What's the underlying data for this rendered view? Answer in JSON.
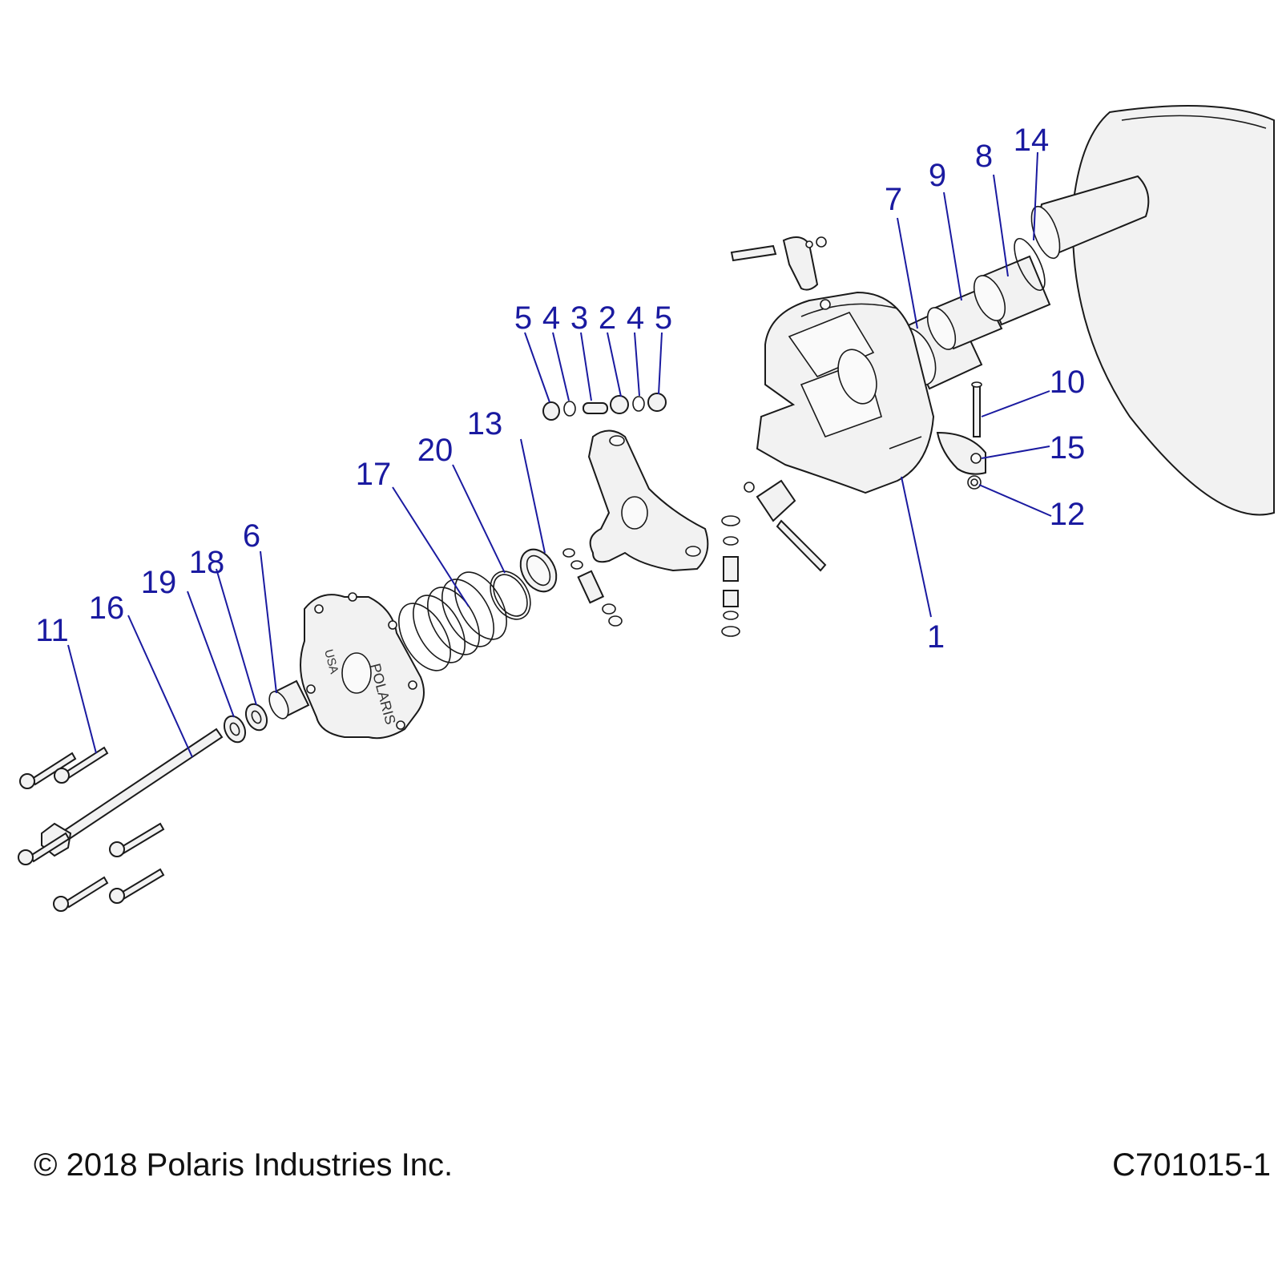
{
  "callouts": {
    "c1": "1",
    "c2": "2",
    "c3": "3",
    "c4a": "4",
    "c4b": "4",
    "c5a": "5",
    "c5b": "5",
    "c6": "6",
    "c7": "7",
    "c8": "8",
    "c9": "9",
    "c10": "10",
    "c11": "11",
    "c12": "12",
    "c13": "13",
    "c14": "14",
    "c15": "15",
    "c16": "16",
    "c17": "17",
    "c18": "18",
    "c19": "19",
    "c20": "20"
  },
  "cover_plate_text": {
    "brand": "POLARIS",
    "country": "USA"
  },
  "footer": {
    "copyright": "© 2018 Polaris Industries Inc.",
    "drawing_number": "C701015-1"
  },
  "colors": {
    "callout": "#1a1aa0",
    "line_art": "#1a1a1a",
    "part_fill": "#f2f2f2"
  }
}
